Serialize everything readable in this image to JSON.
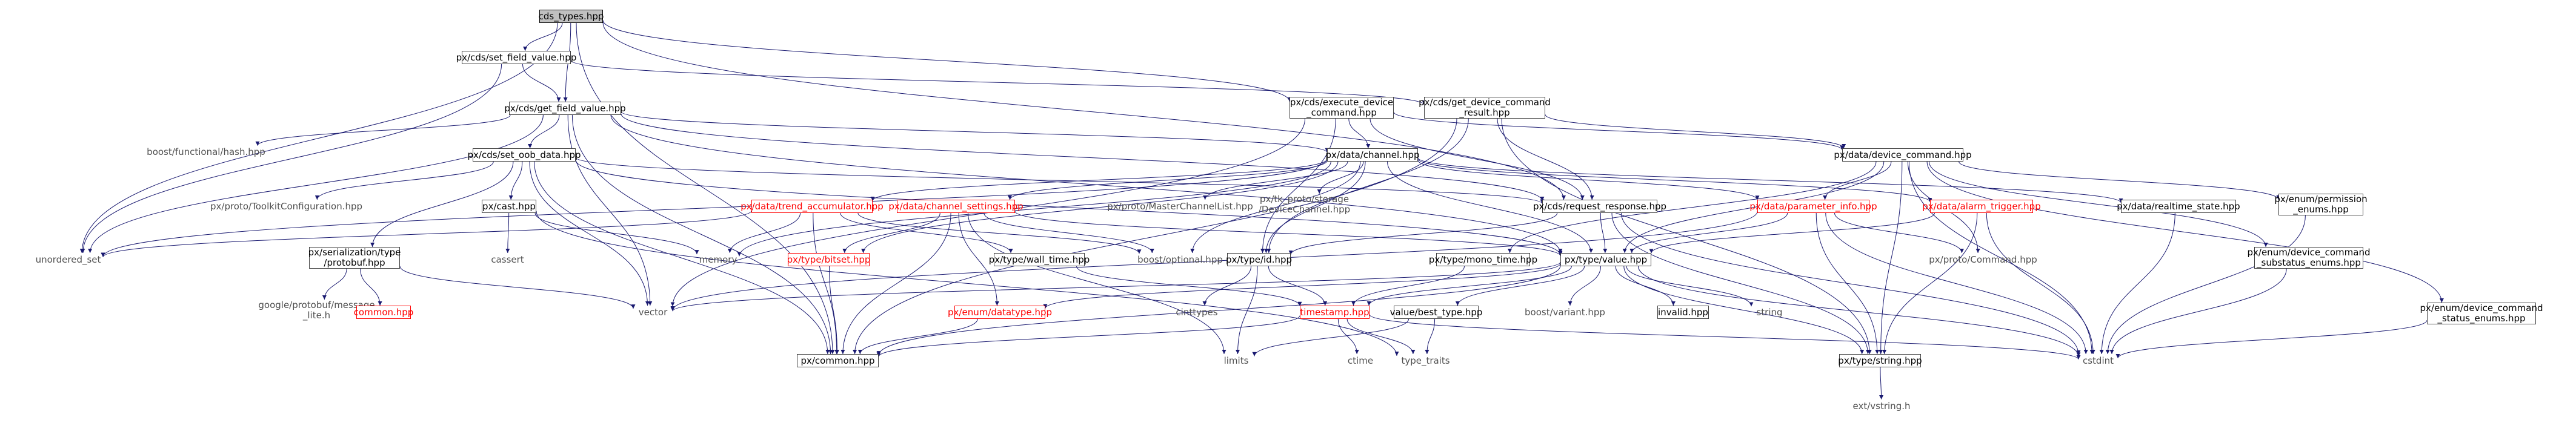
{
  "graph": {
    "nodes": [
      {
        "id": "cds_types",
        "label": "cds_types.hpp",
        "kind": "root"
      },
      {
        "id": "set_field_value",
        "label": "px/cds/set_field_value.hpp",
        "kind": "box"
      },
      {
        "id": "get_field_value",
        "label": "px/cds/get_field_value.hpp",
        "kind": "box"
      },
      {
        "id": "execute_device_command",
        "label": "px/cds/execute_device\n_command.hpp",
        "kind": "box"
      },
      {
        "id": "get_device_command_result",
        "label": "px/cds/get_device_command\n_result.hpp",
        "kind": "box"
      },
      {
        "id": "boost_functional_hash",
        "label": "boost/functional/hash.hpp",
        "kind": "ext"
      },
      {
        "id": "set_oob_data",
        "label": "px/cds/set_oob_data.hpp",
        "kind": "box"
      },
      {
        "id": "data_channel",
        "label": "px/data/channel.hpp",
        "kind": "box"
      },
      {
        "id": "device_command",
        "label": "px/data/device_command.hpp",
        "kind": "box"
      },
      {
        "id": "toolkit_configuration",
        "label": "px/proto/ToolkitConfiguration.hpp",
        "kind": "ext"
      },
      {
        "id": "px_cast",
        "label": "px/cast.hpp",
        "kind": "box"
      },
      {
        "id": "trend_accumulator",
        "label": "px/data/trend_accumulator.hpp",
        "kind": "red"
      },
      {
        "id": "channel_settings",
        "label": "px/data/channel_settings.hpp",
        "kind": "red"
      },
      {
        "id": "master_channel_list",
        "label": "px/proto/MasterChannelList.hpp",
        "kind": "ext"
      },
      {
        "id": "tk_proto_storage",
        "label": "px/tk_proto/storage\n/DeviceChannel.hpp",
        "kind": "ext"
      },
      {
        "id": "cds_request_response",
        "label": "px/cds/request_response.hpp",
        "kind": "box"
      },
      {
        "id": "parameter_info",
        "label": "px/data/parameter_info.hpp",
        "kind": "red"
      },
      {
        "id": "alarm_trigger",
        "label": "px/data/alarm_trigger.hpp",
        "kind": "red"
      },
      {
        "id": "realtime_state",
        "label": "px/data/realtime_state.hpp",
        "kind": "box"
      },
      {
        "id": "permission_enums",
        "label": "px/enum/permission\n_enums.hpp",
        "kind": "box"
      },
      {
        "id": "unordered_set",
        "label": "unordered_set",
        "kind": "ext"
      },
      {
        "id": "serialization_type_protobuf",
        "label": "px/serialization/type\n/protobuf.hpp",
        "kind": "box"
      },
      {
        "id": "cassert",
        "label": "cassert",
        "kind": "ext"
      },
      {
        "id": "memory",
        "label": "memory",
        "kind": "ext"
      },
      {
        "id": "type_bitset",
        "label": "px/type/bitset.hpp",
        "kind": "red"
      },
      {
        "id": "type_wall_time",
        "label": "px/type/wall_time.hpp",
        "kind": "box"
      },
      {
        "id": "boost_optional",
        "label": "boost/optional.hpp",
        "kind": "ext"
      },
      {
        "id": "type_id",
        "label": "px/type/id.hpp",
        "kind": "box"
      },
      {
        "id": "type_mono_time",
        "label": "px/type/mono_time.hpp",
        "kind": "box"
      },
      {
        "id": "type_value",
        "label": "px/type/value.hpp",
        "kind": "box"
      },
      {
        "id": "proto_command",
        "label": "px/proto/Command.hpp",
        "kind": "ext"
      },
      {
        "id": "device_command_substatus_enums",
        "label": "px/enum/device_command\n_substatus_enums.hpp",
        "kind": "box"
      },
      {
        "id": "device_command_status_enums",
        "label": "px/enum/device_command\n_status_enums.hpp",
        "kind": "box"
      },
      {
        "id": "google_protobuf_message_lite",
        "label": "google/protobuf/message\n_lite.h",
        "kind": "ext"
      },
      {
        "id": "common_hpp_red",
        "label": "common.hpp",
        "kind": "red"
      },
      {
        "id": "vector",
        "label": "vector",
        "kind": "ext"
      },
      {
        "id": "cinttypes",
        "label": "cinttypes",
        "kind": "ext"
      },
      {
        "id": "enum_datatype",
        "label": "px/enum/datatype.hpp",
        "kind": "red"
      },
      {
        "id": "timestamp",
        "label": "timestamp.hpp",
        "kind": "red"
      },
      {
        "id": "boost_variant",
        "label": "boost/variant.hpp",
        "kind": "ext"
      },
      {
        "id": "invalid_hpp",
        "label": "invalid.hpp",
        "kind": "box"
      },
      {
        "id": "string",
        "label": "string",
        "kind": "ext"
      },
      {
        "id": "value_best_type",
        "label": "value/best_type.hpp",
        "kind": "box"
      },
      {
        "id": "limits",
        "label": "limits",
        "kind": "ext"
      },
      {
        "id": "ctime",
        "label": "ctime",
        "kind": "ext"
      },
      {
        "id": "type_traits",
        "label": "type_traits",
        "kind": "ext"
      },
      {
        "id": "px_common",
        "label": "px/common.hpp",
        "kind": "box"
      },
      {
        "id": "type_string",
        "label": "px/type/string.hpp",
        "kind": "box"
      },
      {
        "id": "cstdint",
        "label": "cstdint",
        "kind": "ext"
      },
      {
        "id": "ext_vstring",
        "label": "ext/vstring.h",
        "kind": "ext"
      }
    ],
    "edges": [
      [
        "cds_types",
        "set_field_value"
      ],
      [
        "cds_types",
        "get_field_value"
      ],
      [
        "cds_types",
        "execute_device_command"
      ],
      [
        "cds_types",
        "cds_request_response"
      ],
      [
        "cds_types",
        "unordered_set"
      ],
      [
        "cds_types",
        "px_common"
      ],
      [
        "set_field_value",
        "get_field_value"
      ],
      [
        "set_field_value",
        "get_device_command_result"
      ],
      [
        "set_field_value",
        "unordered_set"
      ],
      [
        "get_field_value",
        "boost_functional_hash"
      ],
      [
        "get_field_value",
        "set_oob_data"
      ],
      [
        "get_field_value",
        "data_channel"
      ],
      [
        "get_field_value",
        "cds_request_response"
      ],
      [
        "get_field_value",
        "unordered_set"
      ],
      [
        "get_field_value",
        "vector"
      ],
      [
        "get_field_value",
        "px_common"
      ],
      [
        "get_field_value",
        "type_value"
      ],
      [
        "execute_device_command",
        "data_channel"
      ],
      [
        "execute_device_command",
        "device_command"
      ],
      [
        "execute_device_command",
        "cds_request_response"
      ],
      [
        "execute_device_command",
        "type_id"
      ],
      [
        "execute_device_command",
        "vector"
      ],
      [
        "get_device_command_result",
        "device_command"
      ],
      [
        "get_device_command_result",
        "cds_request_response"
      ],
      [
        "get_device_command_result",
        "type_id"
      ],
      [
        "get_device_command_result",
        "type_string"
      ],
      [
        "get_device_command_result",
        "px_common"
      ],
      [
        "set_oob_data",
        "toolkit_configuration"
      ],
      [
        "set_oob_data",
        "px_cast"
      ],
      [
        "set_oob_data",
        "serialization_type_protobuf"
      ],
      [
        "set_oob_data",
        "vector"
      ],
      [
        "set_oob_data",
        "px_common"
      ],
      [
        "set_oob_data",
        "type_value"
      ],
      [
        "set_oob_data",
        "cds_request_response"
      ],
      [
        "data_channel",
        "trend_accumulator"
      ],
      [
        "data_channel",
        "channel_settings"
      ],
      [
        "data_channel",
        "master_channel_list"
      ],
      [
        "data_channel",
        "tk_proto_storage"
      ],
      [
        "data_channel",
        "parameter_info"
      ],
      [
        "data_channel",
        "alarm_trigger"
      ],
      [
        "data_channel",
        "realtime_state"
      ],
      [
        "data_channel",
        "type_bitset"
      ],
      [
        "data_channel",
        "type_id"
      ],
      [
        "data_channel",
        "boost_optional"
      ],
      [
        "data_channel",
        "memory"
      ],
      [
        "data_channel",
        "unordered_set"
      ],
      [
        "data_channel",
        "type_value"
      ],
      [
        "device_command",
        "parameter_info"
      ],
      [
        "device_command",
        "permission_enums"
      ],
      [
        "device_command",
        "device_command_substatus_enums"
      ],
      [
        "device_command",
        "device_command_status_enums"
      ],
      [
        "device_command",
        "proto_command"
      ],
      [
        "device_command",
        "type_value"
      ],
      [
        "device_command",
        "type_string"
      ],
      [
        "device_command",
        "cstdint"
      ],
      [
        "device_command",
        "type_mono_time"
      ],
      [
        "px_cast",
        "cassert"
      ],
      [
        "px_cast",
        "memory"
      ],
      [
        "px_cast",
        "type_traits"
      ],
      [
        "trend_accumulator",
        "memory"
      ],
      [
        "trend_accumulator",
        "type_wall_time"
      ],
      [
        "trend_accumulator",
        "boost_optional"
      ],
      [
        "trend_accumulator",
        "px_common"
      ],
      [
        "trend_accumulator",
        "unordered_set"
      ],
      [
        "channel_settings",
        "type_bitset"
      ],
      [
        "channel_settings",
        "enum_datatype"
      ],
      [
        "channel_settings",
        "boost_optional"
      ],
      [
        "channel_settings",
        "px_common"
      ],
      [
        "channel_settings",
        "limits"
      ],
      [
        "channel_settings",
        "type_value"
      ],
      [
        "cds_request_response",
        "type_id"
      ],
      [
        "cds_request_response",
        "type_value"
      ],
      [
        "cds_request_response",
        "type_string"
      ],
      [
        "cds_request_response",
        "cstdint"
      ],
      [
        "parameter_info",
        "type_value"
      ],
      [
        "parameter_info",
        "proto_command"
      ],
      [
        "parameter_info",
        "type_string"
      ],
      [
        "parameter_info",
        "cstdint"
      ],
      [
        "parameter_info",
        "vector"
      ],
      [
        "alarm_trigger",
        "type_value"
      ],
      [
        "alarm_trigger",
        "type_string"
      ],
      [
        "alarm_trigger",
        "cstdint"
      ],
      [
        "realtime_state",
        "cstdint"
      ],
      [
        "permission_enums",
        "cstdint"
      ],
      [
        "device_command_substatus_enums",
        "cstdint"
      ],
      [
        "device_command_status_enums",
        "cstdint"
      ],
      [
        "serialization_type_protobuf",
        "google_protobuf_message_lite"
      ],
      [
        "serialization_type_protobuf",
        "common_hpp_red"
      ],
      [
        "serialization_type_protobuf",
        "vector"
      ],
      [
        "type_bitset",
        "px_common"
      ],
      [
        "type_wall_time",
        "timestamp"
      ],
      [
        "type_id",
        "cinttypes"
      ],
      [
        "type_id",
        "limits"
      ],
      [
        "type_id",
        "timestamp"
      ],
      [
        "type_mono_time",
        "timestamp"
      ],
      [
        "type_value",
        "vector"
      ],
      [
        "type_value",
        "enum_datatype"
      ],
      [
        "type_value",
        "timestamp"
      ],
      [
        "type_value",
        "boost_variant"
      ],
      [
        "type_value",
        "invalid_hpp"
      ],
      [
        "type_value",
        "string"
      ],
      [
        "type_value",
        "value_best_type"
      ],
      [
        "type_value",
        "type_string"
      ],
      [
        "type_value",
        "cstdint"
      ],
      [
        "type_value",
        "px_common"
      ],
      [
        "enum_datatype",
        "px_common"
      ],
      [
        "timestamp",
        "ctime"
      ],
      [
        "timestamp",
        "type_traits"
      ],
      [
        "timestamp",
        "px_common"
      ],
      [
        "timestamp",
        "cstdint"
      ],
      [
        "value_best_type",
        "limits"
      ],
      [
        "value_best_type",
        "type_traits"
      ],
      [
        "type_string",
        "ext_vstring"
      ]
    ]
  },
  "colors": {
    "edge": "#191970",
    "box_border": "#404040",
    "missing_border": "#bfbfbf",
    "red": "#ff0000",
    "root_fill": "#bfbfbf"
  }
}
